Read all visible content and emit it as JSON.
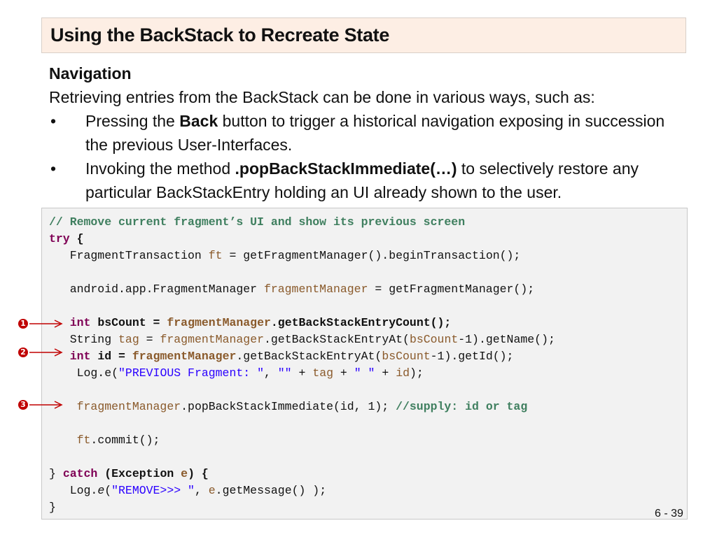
{
  "slide": {
    "title": "Using the BackStack to Recreate State",
    "heading": "Navigation",
    "intro": "Retrieving entries from the BackStack can be done in various ways, such as:",
    "bullet_symbol": "•",
    "bullets": [
      {
        "pre": "Pressing the ",
        "bold": "Back",
        "post": " button to trigger a historical navigation exposing in succession the previous User-Interfaces."
      },
      {
        "pre": " Invoking the method ",
        "bold": ".popBackStackImmediate(…)",
        "post": " to selectively restore any particular BackStackEntry holding an UI already shown to the user."
      }
    ],
    "page_number": "6 - 39"
  },
  "markers": [
    "1",
    "2",
    "3"
  ],
  "code": {
    "l1": "// Remove current fragment’s UI and show its previous screen",
    "l2_kw": "try",
    "l2_rest": " {",
    "l3_a": "   FragmentTransaction ",
    "l3_var": "ft",
    "l3_b": " = getFragmentManager().beginTransaction();",
    "l5_a": "   android.app.FragmentManager ",
    "l5_var": "fragmentManager",
    "l5_b": " = getFragmentManager();",
    "l7_kw": "int",
    "l7_a": " bsCount = ",
    "l7_var": "fragmentManager",
    "l7_b": ".getBackStackEntryCount();",
    "l8_a": "   String ",
    "l8_var1": "tag",
    "l8_b": " = ",
    "l8_var2": "fragmentManager",
    "l8_c": ".getBackStackEntryAt(",
    "l8_var3": "bsCount",
    "l8_d": "-1).getName();",
    "l9_kw": "int",
    "l9_a": " id = ",
    "l9_var1": "fragmentManager",
    "l9_b": ".getBackStackEntryAt(",
    "l9_var2": "bsCount",
    "l9_c": "-1).getId();",
    "l10_a": "    Log.e(",
    "l10_s1": "\"PREVIOUS Fragment: \"",
    "l10_b": ", ",
    "l10_s2": "\"\"",
    "l10_c": " + ",
    "l10_var1": "tag",
    "l10_d": " + ",
    "l10_s3": "\" \"",
    "l10_e": " + ",
    "l10_var2": "id",
    "l10_f": ");",
    "l12_a": "    ",
    "l12_var": "fragmentManager",
    "l12_b": ".popBackStackImmediate(id, 1); ",
    "l12_comment": "//supply: id or tag",
    "l14_a": "    ",
    "l14_var": "ft",
    "l14_b": ".commit();",
    "l16_a": "} ",
    "l16_kw": "catch",
    "l16_b": " (Exception ",
    "l16_var": "e",
    "l16_c": ") {",
    "l17_a": "   Log.",
    "l17_italic": "e",
    "l17_b": "(",
    "l17_str": "\"REMOVE>>> \"",
    "l17_c": ", ",
    "l17_var": "e",
    "l17_d": ".getMessage() );",
    "l18": "}"
  },
  "colors": {
    "marker": "#c00000",
    "title_bg": "#fdeee4",
    "code_bg": "#f2f2f2"
  }
}
